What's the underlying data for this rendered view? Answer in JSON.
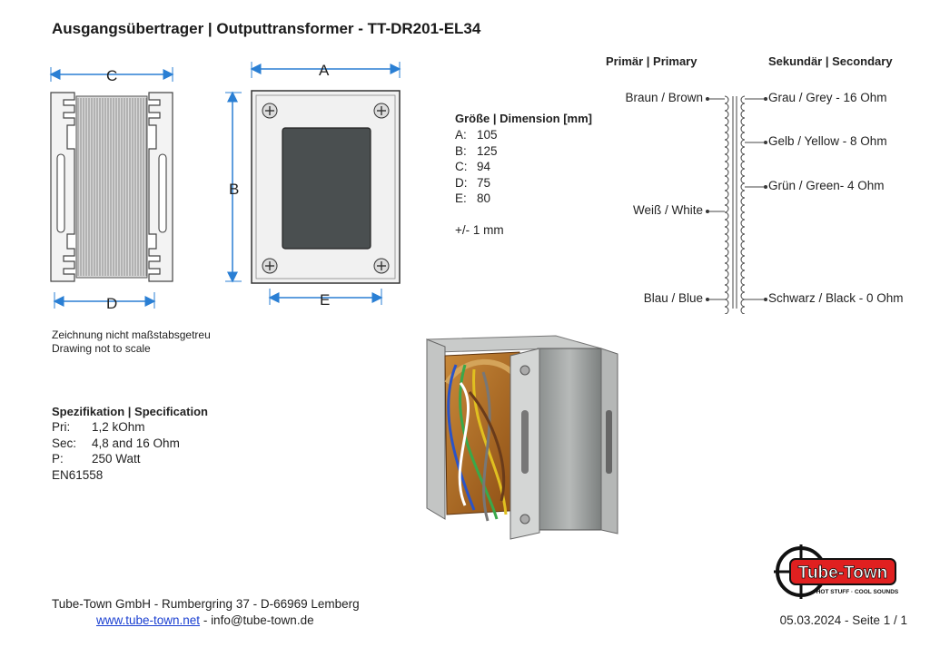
{
  "title": "Ausgangsübertrager | Outputtransformer - TT-DR201-EL34",
  "dimension_labels": {
    "a": "A",
    "b": "B",
    "c": "C",
    "d": "D",
    "e": "E"
  },
  "drawing_note": {
    "line1": "Zeichnung nicht maßstabsgetreu",
    "line2": "Drawing not to scale"
  },
  "dimensions": {
    "heading": "Größe | Dimension [mm]",
    "rows": [
      {
        "key": "A:",
        "value": "105"
      },
      {
        "key": "B:",
        "value": "125"
      },
      {
        "key": "C:",
        "value": "94"
      },
      {
        "key": "D:",
        "value": "75"
      },
      {
        "key": "E:",
        "value": "80"
      }
    ],
    "tolerance": "+/- 1 mm"
  },
  "specification": {
    "heading": "Spezifikation | Specification",
    "rows": [
      {
        "key": "Pri:",
        "value": "1,2 kOhm"
      },
      {
        "key": "Sec:",
        "value": "4,8 and 16 Ohm"
      },
      {
        "key": "P:",
        "value": "250 Watt"
      }
    ],
    "standard": "EN61558"
  },
  "wiring": {
    "primary_heading": "Primär | Primary",
    "secondary_heading": "Sekundär | Secondary",
    "primary": [
      {
        "label": "Braun / Brown"
      },
      {
        "label": "Weiß / White"
      },
      {
        "label": "Blau / Blue"
      }
    ],
    "secondary": [
      {
        "label": "Grau / Grey - 16 Ohm"
      },
      {
        "label": "Gelb / Yellow - 8 Ohm"
      },
      {
        "label": "Grün / Green- 4 Ohm"
      },
      {
        "label": "Schwarz / Black - 0 Ohm"
      }
    ]
  },
  "logo": {
    "name": "Tube-Town",
    "tagline": "HOT STUFF · COOL SOUNDS"
  },
  "footer": {
    "company": "Tube-Town GmbH - Rumbergring 37 - D-66969 Lemberg",
    "website": "www.tube-town.net",
    "separator": " - ",
    "email": "info@tube-town.de",
    "date_page": "05.03.2024 - Seite 1 / 1"
  },
  "colors": {
    "dimension_arrow": "#2a7fd4",
    "link": "#1a3fd1",
    "logo_red": "#e02020",
    "core_grey": "#4a4f50"
  }
}
